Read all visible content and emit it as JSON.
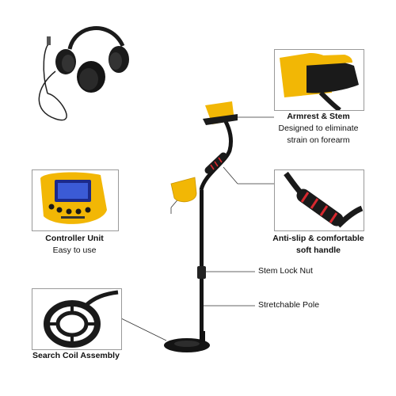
{
  "callouts": {
    "armrest": {
      "title": "Armrest & Stem",
      "desc_line1": "Designed to eliminate",
      "desc_line2": "strain on forearm"
    },
    "controller": {
      "title": "Controller Unit",
      "desc": "Easy to use"
    },
    "handle": {
      "title_line1": "Anti-slip & comfortable",
      "title_line2": "soft handle"
    },
    "lock_nut": {
      "label": "Stem Lock Nut"
    },
    "pole": {
      "label": "Stretchable Pole"
    },
    "coil": {
      "title": "Search Coil Assembly"
    }
  },
  "colors": {
    "accent": "#f2b705",
    "handle_red": "#d8292f",
    "dark": "#1a1a1a",
    "frame": "#9a9a9a"
  },
  "icons": [
    "headphones",
    "metal-detector",
    "armrest",
    "controller-unit",
    "handle-grip",
    "search-coil"
  ]
}
